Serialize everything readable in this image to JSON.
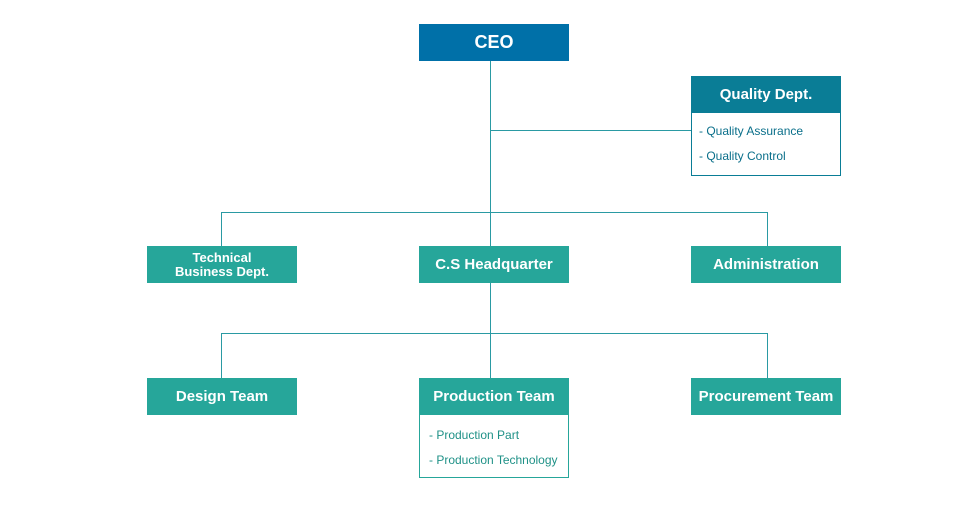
{
  "org_chart": {
    "ceo": {
      "label": "CEO"
    },
    "quality_dept": {
      "label": "Quality Dept.",
      "items": [
        "- Quality Assurance",
        "- Quality Control"
      ]
    },
    "departments": {
      "technical_business": {
        "label_lines": [
          "Technical",
          "Business Dept."
        ]
      },
      "cs_headquarter": {
        "label": "C.S Headquarter"
      },
      "administration": {
        "label": "Administration"
      }
    },
    "teams": {
      "design": {
        "label": "Design Team"
      },
      "production": {
        "label": "Production Team",
        "items": [
          "- Production Part",
          "- Production Technology"
        ]
      },
      "procurement": {
        "label": "Procurement Team"
      }
    }
  },
  "colors": {
    "ceo": "#0070a8",
    "quality": "#0a7d96",
    "teal": "#26a69a",
    "line": "#2a9aa3",
    "background": "#ffffff"
  }
}
